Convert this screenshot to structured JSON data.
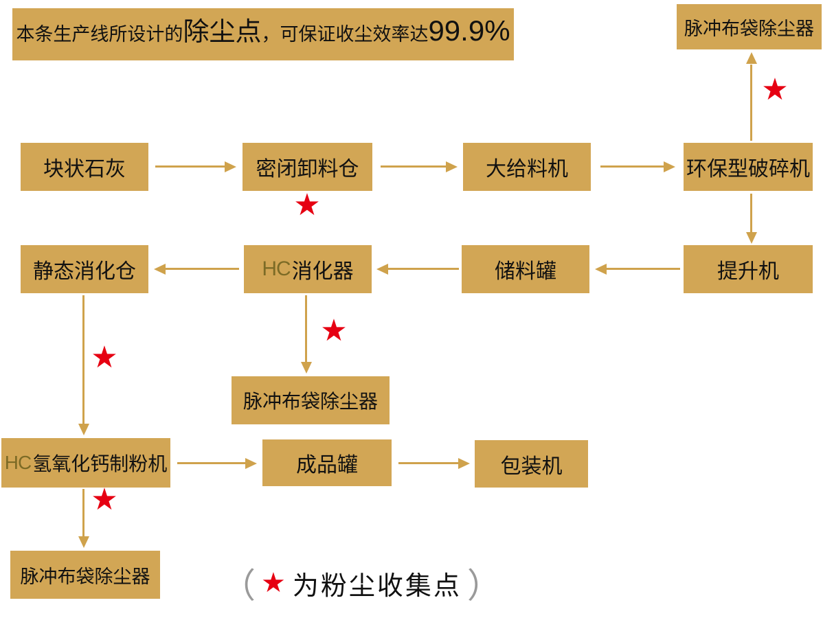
{
  "banner": {
    "prefix": "本条生产线所设计的",
    "highlight": "除尘点",
    "middle": "，可保证收尘效率达",
    "percent": "99.9%"
  },
  "nodes": {
    "dust_top": "脉冲布袋除尘器",
    "lump_lime": "块状石灰",
    "sealed_unloading_bin": "密闭卸料仓",
    "big_feeder": "大给料机",
    "eco_crusher": "环保型破碎机",
    "static_digestion_silo": "静态消化仓",
    "hc_digester_prefix": "HC",
    "hc_digester": "消化器",
    "storage_tank": "储料罐",
    "bucket_elevator": "提升机",
    "dust_mid": "脉冲布袋除尘器",
    "mill_prefix": "HC",
    "mill": "氢氧化钙制粉机",
    "product_tank": "成品罐",
    "packing_machine": "包装机",
    "dust_bottom": "脉冲布袋除尘器"
  },
  "legend": {
    "open": "（",
    "star": "★",
    "text": "为粉尘收集点",
    "close": "）"
  },
  "star": "★",
  "colors": {
    "box_gold": "#D2A655",
    "arrow_gold": "#CFA24C",
    "star_red": "#E60012",
    "text_black": "#111111",
    "hc_olive": "#7c6b26",
    "paren_gray": "#9a9a9a"
  }
}
